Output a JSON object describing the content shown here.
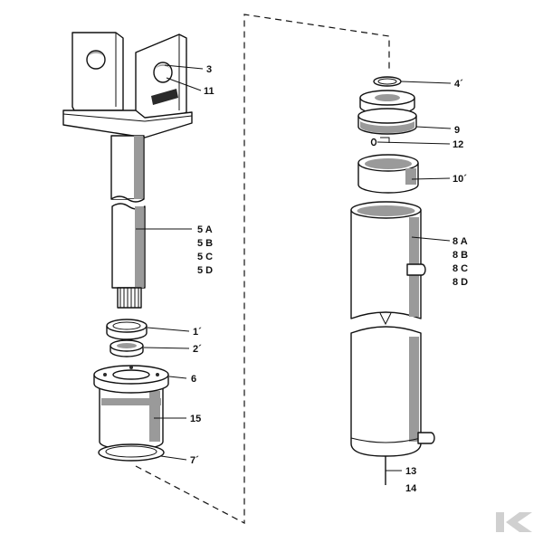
{
  "colors": {
    "line": "#111111",
    "background": "#ffffff",
    "logo": "#d0d0d0"
  },
  "labels": {
    "l3": "3",
    "l11": "11",
    "l5a": "5 A",
    "l5b": "5 B",
    "l5c": "5 C",
    "l5d": "5 D",
    "l1": "1´",
    "l2": "2´",
    "l6": "6",
    "l15": "15",
    "l7": "7´",
    "l4": "4´",
    "l9": "9",
    "l12": "12",
    "l10": "10´",
    "l8a": "8 A",
    "l8b": "8 B",
    "l8c": "8 C",
    "l8d": "8 D",
    "l13": "13",
    "l14": "14"
  },
  "logo": {
    "icon": "k-logo-icon",
    "text": "K"
  }
}
